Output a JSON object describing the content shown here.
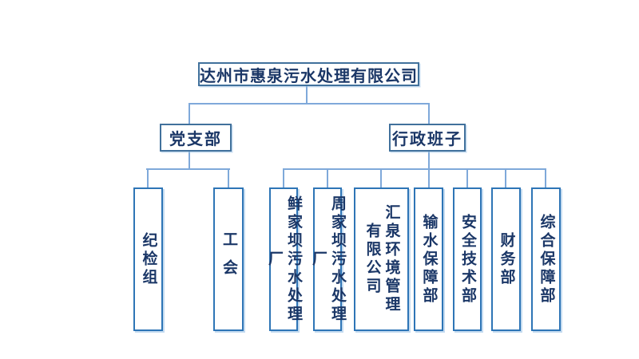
{
  "org": {
    "root": {
      "label": "达州市惠泉污水处理有限公司"
    },
    "branches": [
      {
        "label": "党支部"
      },
      {
        "label": "行政班子"
      }
    ],
    "party_children": [
      {
        "label": "纪检组"
      },
      {
        "label": "工会"
      }
    ],
    "admin_children": [
      {
        "label": "鲜家坝污水处理厂"
      },
      {
        "label": "周家坝污水处理厂"
      },
      {
        "label": "汇泉环境管理\n有限公司"
      },
      {
        "label": "输水保障部"
      },
      {
        "label": "安全技术部"
      },
      {
        "label": "财务部"
      },
      {
        "label": "综合保障部"
      }
    ],
    "colors": {
      "connector_line": "#7FA9DA",
      "upper_box_border": "#41719C",
      "department_box_border": "#2E75B6",
      "text": "#1B3767",
      "background": "#FFFFFF"
    }
  }
}
